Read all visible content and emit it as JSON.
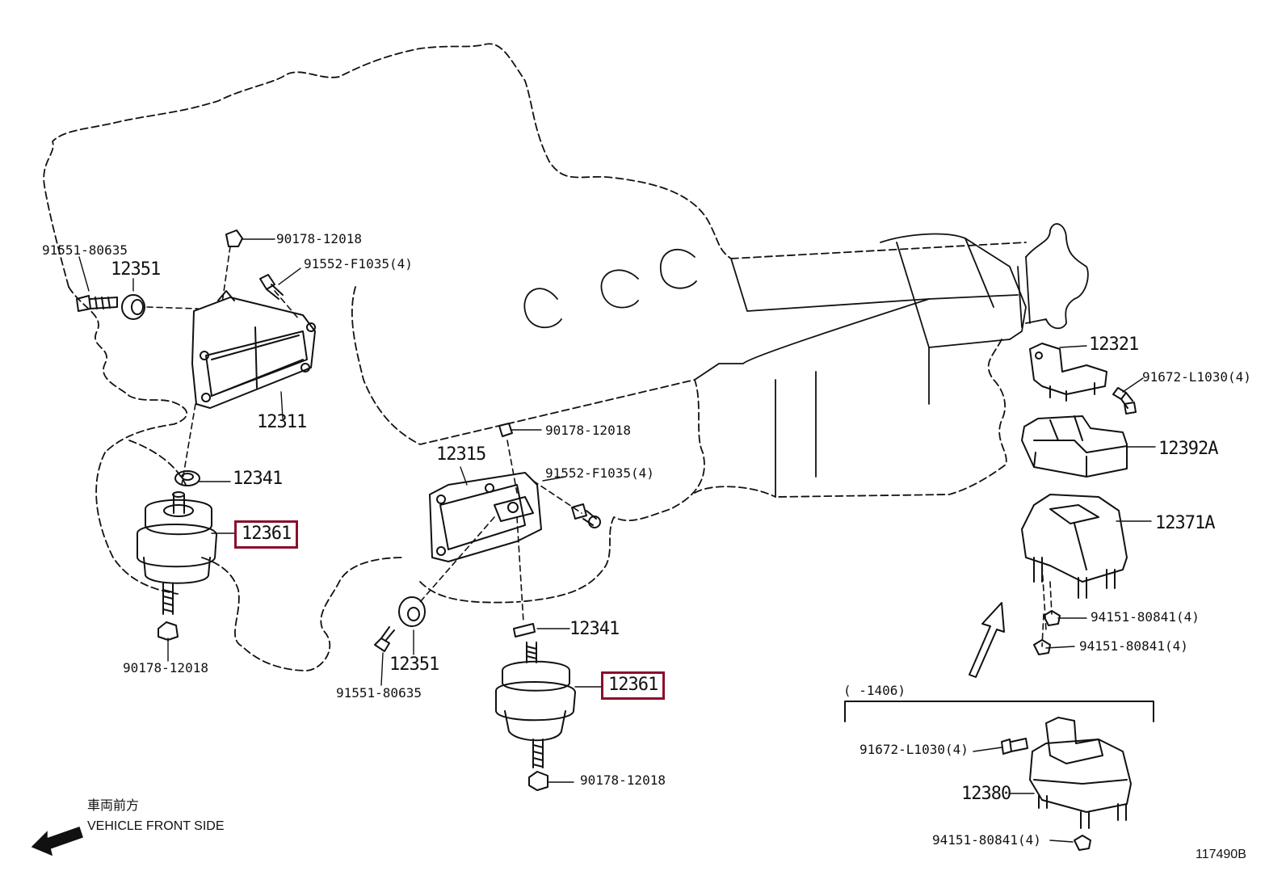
{
  "labels": {
    "p91551_a": "91551-80635",
    "p12351_a": "12351",
    "p90178_a": "90178-12018",
    "p91552_a": "91552-F1035(4)",
    "p12311": "12311",
    "p12341_a": "12341",
    "p12361_a": "12361",
    "p90178_b": "90178-12018",
    "p90178_c": "90178-12018",
    "p12315": "12315",
    "p91552_b": "91552-F1035(4)",
    "p12351_b": "12351",
    "p91551_b": "91551-80635",
    "p12341_b": "12341",
    "p12361_b": "12361",
    "p90178_d": "90178-12018",
    "p12321": "12321",
    "p91672_a": "91672-L1030(4)",
    "p12392A": "12392A",
    "p12371A": "12371A",
    "p94151_a": "94151-80841(4)",
    "p94151_b": "94151-80841(4)",
    "p1406": "(      -1406)",
    "p91672_b": "91672-L1030(4)",
    "p12380": "12380",
    "p94151_c": "94151-80841(4)",
    "front_jp": "車両前方",
    "front_en": "VEHICLE FRONT SIDE",
    "fig_no": "117490B"
  },
  "highlight_color": "#8a0f2d"
}
